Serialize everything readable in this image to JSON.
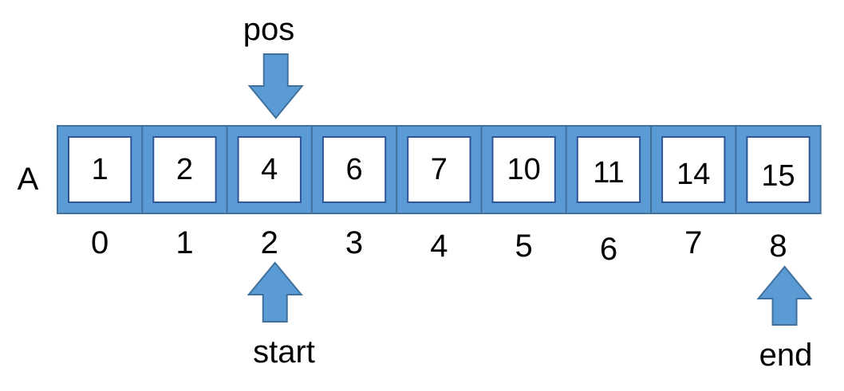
{
  "array": {
    "name": "A",
    "values": [
      "1",
      "2",
      "4",
      "6",
      "7",
      "10",
      "11",
      "14",
      "15"
    ],
    "indices": [
      "0",
      "1",
      "2",
      "3",
      "4",
      "5",
      "6",
      "7",
      "8"
    ]
  },
  "pointers": {
    "pos": {
      "label": "pos",
      "index": 2,
      "direction": "down"
    },
    "start": {
      "label": "start",
      "index": 2,
      "direction": "up"
    },
    "end": {
      "label": "end",
      "index": 8,
      "direction": "up"
    }
  },
  "colors": {
    "cell_fill": "#5b9bd5",
    "cell_border": "#41719c",
    "inner_fill": "#ffffff",
    "inner_border": "#2f5597",
    "arrow_fill": "#5b9bd5",
    "arrow_border": "#41719c"
  }
}
